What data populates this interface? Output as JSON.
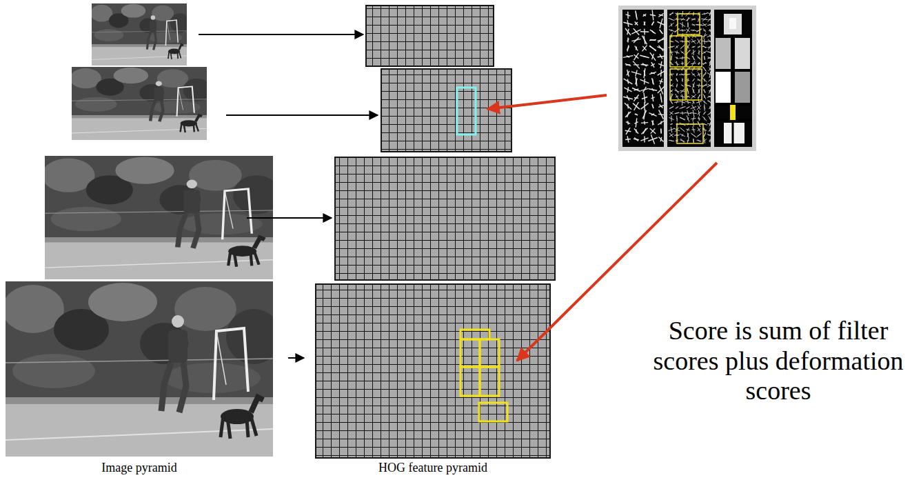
{
  "diagram": {
    "labels": [
      "Image pyramid",
      "HOG feature pyramid",
      "Score is sum of filter scores plus deformation scores"
    ]
  }
}
